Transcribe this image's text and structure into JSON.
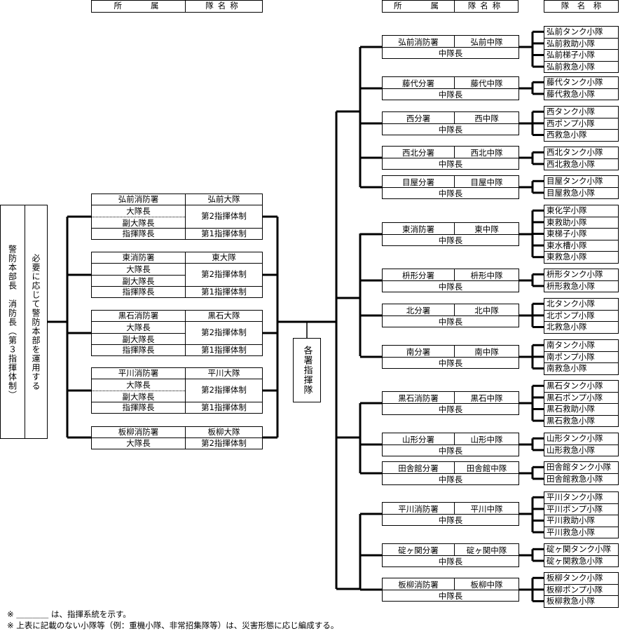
{
  "headers": {
    "left_affil": "所　　属",
    "left_name": "隊名称",
    "right_affil": "所　　属",
    "right_name": "隊名称",
    "far_right_name": "隊　名　称"
  },
  "command": {
    "main": "警防本部長　消防長（第３指揮体制）",
    "sub": "必要に応じて警防本部を運用する"
  },
  "battalions": [
    {
      "station": "弘前消防署",
      "name": "弘前大隊",
      "chief": "大隊長",
      "vice": "副大隊長",
      "system2": "第2指揮体制",
      "commander": "指揮隊長",
      "system1": "第1指揮体制",
      "dotted": true
    },
    {
      "station": "東消防署",
      "name": "東大隊",
      "chief": "大隊長",
      "vice": "副大隊長",
      "system2": "第2指揮体制",
      "commander": "指揮隊長",
      "system1": "第1指揮体制",
      "dotted": false
    },
    {
      "station": "黒石消防署",
      "name": "黒石大隊",
      "chief": "大隊長",
      "vice": "副大隊長",
      "system2": "第2指揮体制",
      "commander": "指揮隊長",
      "system1": "第1指揮体制",
      "dotted": false
    },
    {
      "station": "平川消防署",
      "name": "平川大隊",
      "chief": "大隊長",
      "vice": "副大隊長",
      "system2": "第2指揮体制",
      "commander": "指揮隊長",
      "system1": "第1指揮体制",
      "dotted": true
    },
    {
      "station": "板柳消防署",
      "name": "板柳大隊",
      "chief": "大隊長",
      "system2": "第2指揮体制"
    }
  ],
  "stations_box": "各署指揮隊",
  "companies": [
    {
      "office": "弘前消防署",
      "company": "弘前中隊",
      "leader": "中隊長",
      "units": [
        "弘前タンク小隊",
        "弘前救助小隊",
        "弘前梯子小隊",
        "弘前救急小隊"
      ]
    },
    {
      "office": "藤代分署",
      "company": "藤代中隊",
      "leader": "中隊長",
      "units": [
        "藤代タンク小隊",
        "藤代救急小隊"
      ]
    },
    {
      "office": "西分署",
      "company": "西中隊",
      "leader": "中隊長",
      "units": [
        "西タンク小隊",
        "西ポンプ小隊",
        "西救急小隊"
      ]
    },
    {
      "office": "西北分署",
      "company": "西北中隊",
      "leader": "中隊長",
      "units": [
        "西北タンク小隊",
        "西北救急小隊"
      ]
    },
    {
      "office": "目屋分署",
      "company": "目屋中隊",
      "leader": "中隊長",
      "units": [
        "目屋タンク小隊",
        "目屋救急小隊"
      ]
    },
    {
      "office": "東消防署",
      "company": "東中隊",
      "leader": "中隊長",
      "units": [
        "東化学小隊",
        "東救助小隊",
        "東梯子小隊",
        "東水槽小隊",
        "東救急小隊"
      ]
    },
    {
      "office": "枡形分署",
      "company": "枡形中隊",
      "leader": "中隊長",
      "units": [
        "枡形タンク小隊",
        "枡形救急小隊"
      ]
    },
    {
      "office": "北分署",
      "company": "北中隊",
      "leader": "中隊長",
      "units": [
        "北タンク小隊",
        "北ポンプ小隊",
        "北救急小隊"
      ]
    },
    {
      "office": "南分署",
      "company": "南中隊",
      "leader": "中隊長",
      "units": [
        "南タンク小隊",
        "南ポンプ小隊",
        "南救急小隊"
      ]
    },
    {
      "office": "黒石消防署",
      "company": "黒石中隊",
      "leader": "中隊長",
      "units": [
        "黒石タンク小隊",
        "黒石ポンプ小隊",
        "黒石救助小隊",
        "黒石救急小隊"
      ]
    },
    {
      "office": "山形分署",
      "company": "山形中隊",
      "leader": "中隊長",
      "units": [
        "山形タンク小隊",
        "山形救急小隊"
      ]
    },
    {
      "office": "田舎館分署",
      "company": "田舎館中隊",
      "leader": "中隊長",
      "units": [
        "田舎館タンク小隊",
        "田舎館救急小隊"
      ]
    },
    {
      "office": "平川消防署",
      "company": "平川中隊",
      "leader": "中隊長",
      "units": [
        "平川タンク小隊",
        "平川ポンプ小隊",
        "平川救助小隊",
        "平川救急小隊"
      ]
    },
    {
      "office": "碇ヶ関分署",
      "company": "碇ヶ関中隊",
      "leader": "中隊長",
      "units": [
        "碇ヶ関タンク小隊",
        "碇ヶ関救急小隊"
      ]
    },
    {
      "office": "板柳消防署",
      "company": "板柳中隊",
      "leader": "中隊長",
      "units": [
        "板柳タンク小隊",
        "板柳ポンプ小隊",
        "板柳救急小隊"
      ]
    }
  ],
  "notes": [
    "※ ＿＿＿＿ は、指揮系統を示す。",
    "※ 上表に記載のない小隊等（例：重機小隊、非常招集隊等）は、災害形態に応じ編成する。"
  ]
}
